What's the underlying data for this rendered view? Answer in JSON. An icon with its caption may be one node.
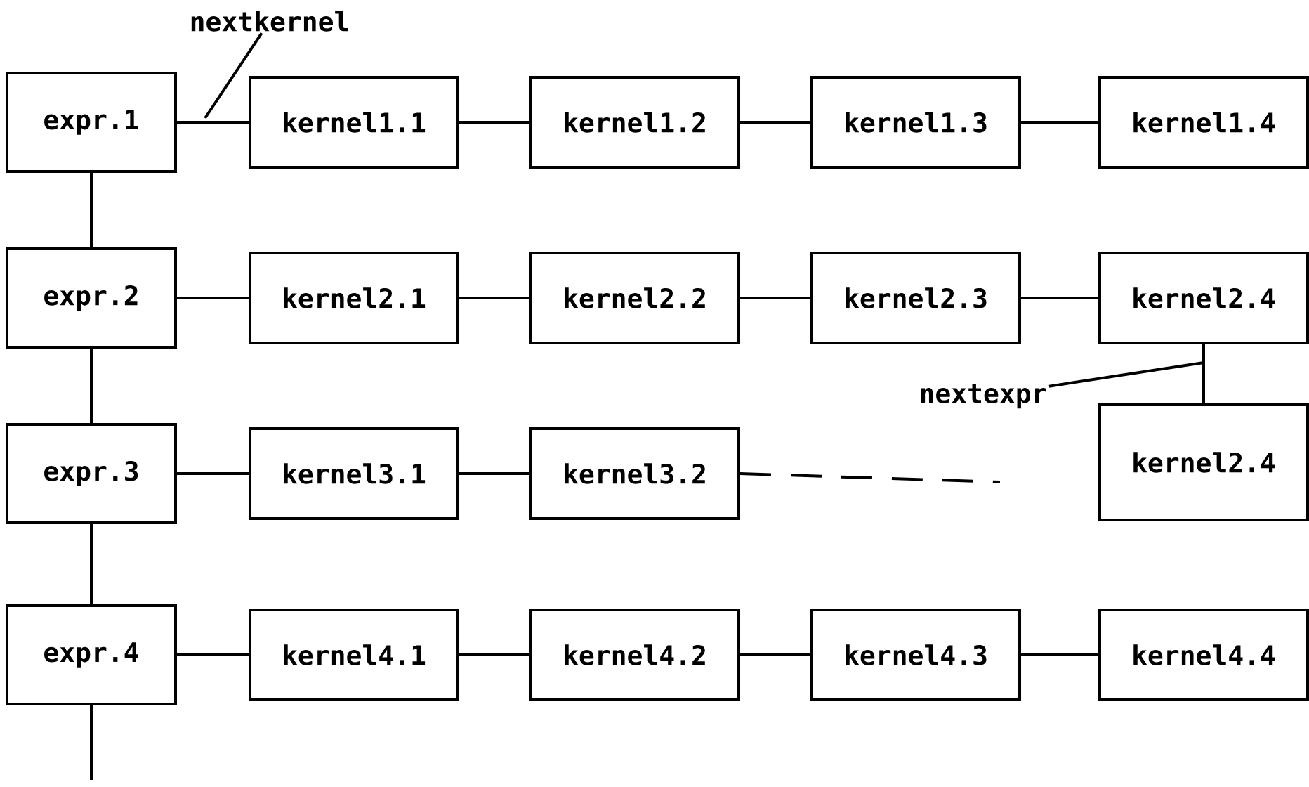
{
  "diagram": {
    "nodes": [
      {
        "text": [
          "nextkernel"
        ]
      },
      {
        "text": [
          "expr.1"
        ]
      },
      {
        "text": [
          "kernel1.1"
        ]
      },
      {
        "text": [
          "kernel1.2"
        ]
      },
      {
        "text": [
          "kernel1.3"
        ]
      },
      {
        "text": [
          "kernel1.4"
        ]
      },
      {
        "text": [
          "expr.2"
        ]
      },
      {
        "text": [
          "kernel2.1"
        ]
      },
      {
        "text": [
          "kernel2.2"
        ]
      },
      {
        "text": [
          "kernel2.3"
        ]
      },
      {
        "text": [
          "kernel2.4"
        ]
      },
      {
        "text": [
          "nextexpr"
        ]
      },
      {
        "text": [
          "expr.3"
        ]
      },
      {
        "text": [
          "kernel3.1"
        ]
      },
      {
        "text": [
          "kernel3.2"
        ]
      },
      {
        "text": [
          "kernel2.4"
        ]
      },
      {
        "text": [
          "expr.4"
        ]
      },
      {
        "text": [
          "kernel4.1"
        ]
      },
      {
        "text": [
          "kernel4.2"
        ]
      },
      {
        "text": [
          "kernel4.3"
        ]
      },
      {
        "text": [
          "kernel4.4"
        ]
      }
    ],
    "edges": [
      {
        "from": 0,
        "to": null,
        "arrow": "none"
      },
      {
        "from": 1,
        "to": 2,
        "arrow": "none"
      },
      {
        "from": 2,
        "to": 3,
        "arrow": "none"
      },
      {
        "from": 3,
        "to": 4,
        "arrow": "none"
      },
      {
        "from": 4,
        "to": 5,
        "arrow": "none"
      },
      {
        "from": 1,
        "to": 6,
        "arrow": "none"
      },
      {
        "from": 6,
        "to": 7,
        "arrow": "none"
      },
      {
        "from": 7,
        "to": 8,
        "arrow": "none"
      },
      {
        "from": 8,
        "to": 9,
        "arrow": "none"
      },
      {
        "from": 9,
        "to": 10,
        "arrow": "none"
      },
      {
        "from": 10,
        "to": 15,
        "arrow": "none"
      },
      {
        "from": 11,
        "to": null,
        "arrow": "none"
      },
      {
        "from": 6,
        "to": 12,
        "arrow": "none"
      },
      {
        "from": 12,
        "to": 13,
        "arrow": "none"
      },
      {
        "from": 13,
        "to": 14,
        "arrow": "none"
      },
      {
        "from": 14,
        "to": null,
        "arrow": "none",
        "style": "dashed"
      },
      {
        "from": 12,
        "to": 16,
        "arrow": "none"
      },
      {
        "from": 16,
        "to": 17,
        "arrow": "none"
      },
      {
        "from": 17,
        "to": 18,
        "arrow": "none"
      },
      {
        "from": 18,
        "to": 19,
        "arrow": "none"
      },
      {
        "from": 19,
        "to": 20,
        "arrow": "none"
      },
      {
        "from": 16,
        "to": null,
        "arrow": "none"
      }
    ]
  }
}
